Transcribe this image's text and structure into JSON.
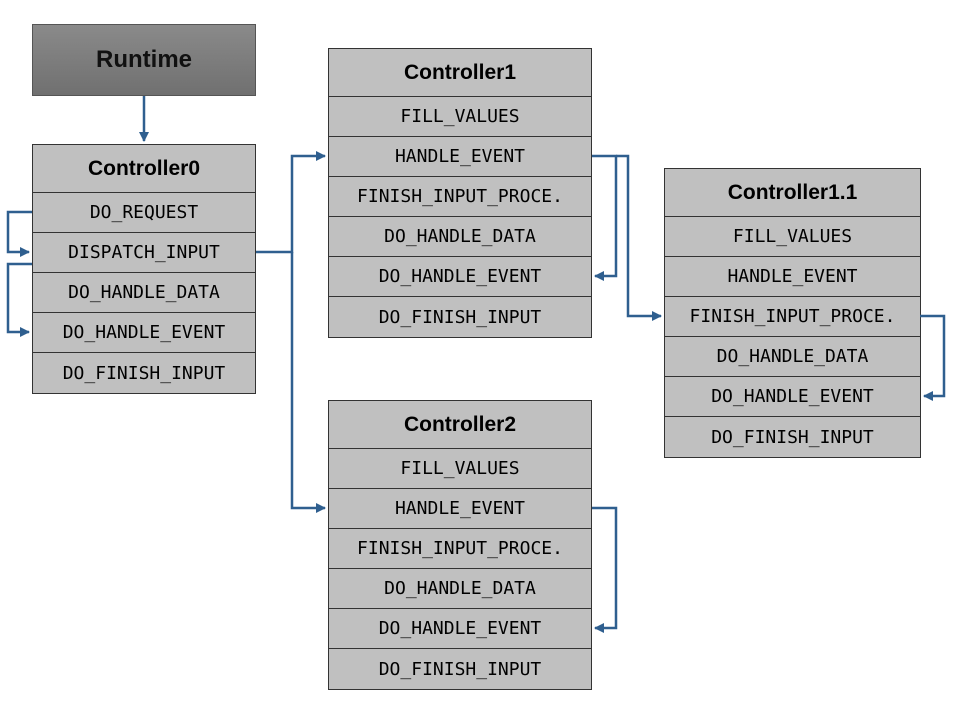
{
  "runtime": {
    "label": "Runtime"
  },
  "controller0": {
    "title": "Controller0",
    "rows": [
      "DO_REQUEST",
      "DISPATCH_INPUT",
      "DO_HANDLE_DATA",
      "DO_HANDLE_EVENT",
      "DO_FINISH_INPUT"
    ]
  },
  "controller1": {
    "title": "Controller1",
    "rows": [
      "FILL_VALUES",
      "HANDLE_EVENT",
      "FINISH_INPUT_PROCE.",
      "DO_HANDLE_DATA",
      "DO_HANDLE_EVENT",
      "DO_FINISH_INPUT"
    ]
  },
  "controller1_1": {
    "title": "Controller1.1",
    "rows": [
      "FILL_VALUES",
      "HANDLE_EVENT",
      "FINISH_INPUT_PROCE.",
      "DO_HANDLE_DATA",
      "DO_HANDLE_EVENT",
      "DO_FINISH_INPUT"
    ]
  },
  "controller2": {
    "title": "Controller2",
    "rows": [
      "FILL_VALUES",
      "HANDLE_EVENT",
      "FINISH_INPUT_PROCE.",
      "DO_HANDLE_DATA",
      "DO_HANDLE_EVENT",
      "DO_FINISH_INPUT"
    ]
  },
  "colors": {
    "connector": "#2f5f8f",
    "box_fill": "#c0c0c0",
    "runtime_fill": "#808080"
  }
}
